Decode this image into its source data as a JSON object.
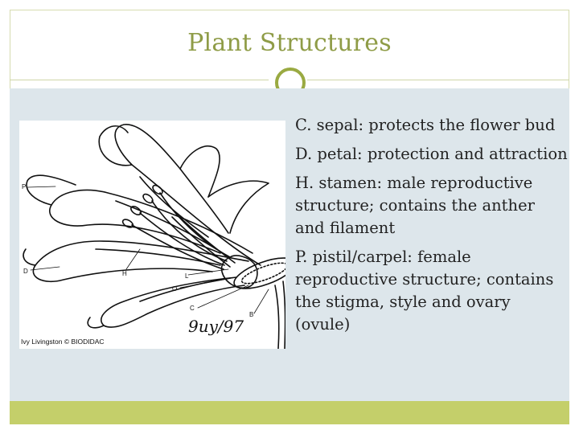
{
  "slide": {
    "title": "Plant Structures"
  },
  "image": {
    "credit": "Ivy Livingston © BIODIDAC",
    "signature": "9uy/97",
    "labels": [
      "P",
      "D",
      "H",
      "L",
      "O",
      "C",
      "B"
    ]
  },
  "bullets": [
    "C. sepal: protects the flower bud",
    "D. petal: protection and attraction",
    "H. stamen: male reproductive structure; contains the anther and filament",
    "P. pistil/carpel: female reproductive structure; contains the stigma, style and ovary (ovule)"
  ],
  "colors": {
    "title": "#8f9c47",
    "accent": "#9aaa42",
    "content_bg": "#dde6eb",
    "footer": "#c4cf6a"
  }
}
